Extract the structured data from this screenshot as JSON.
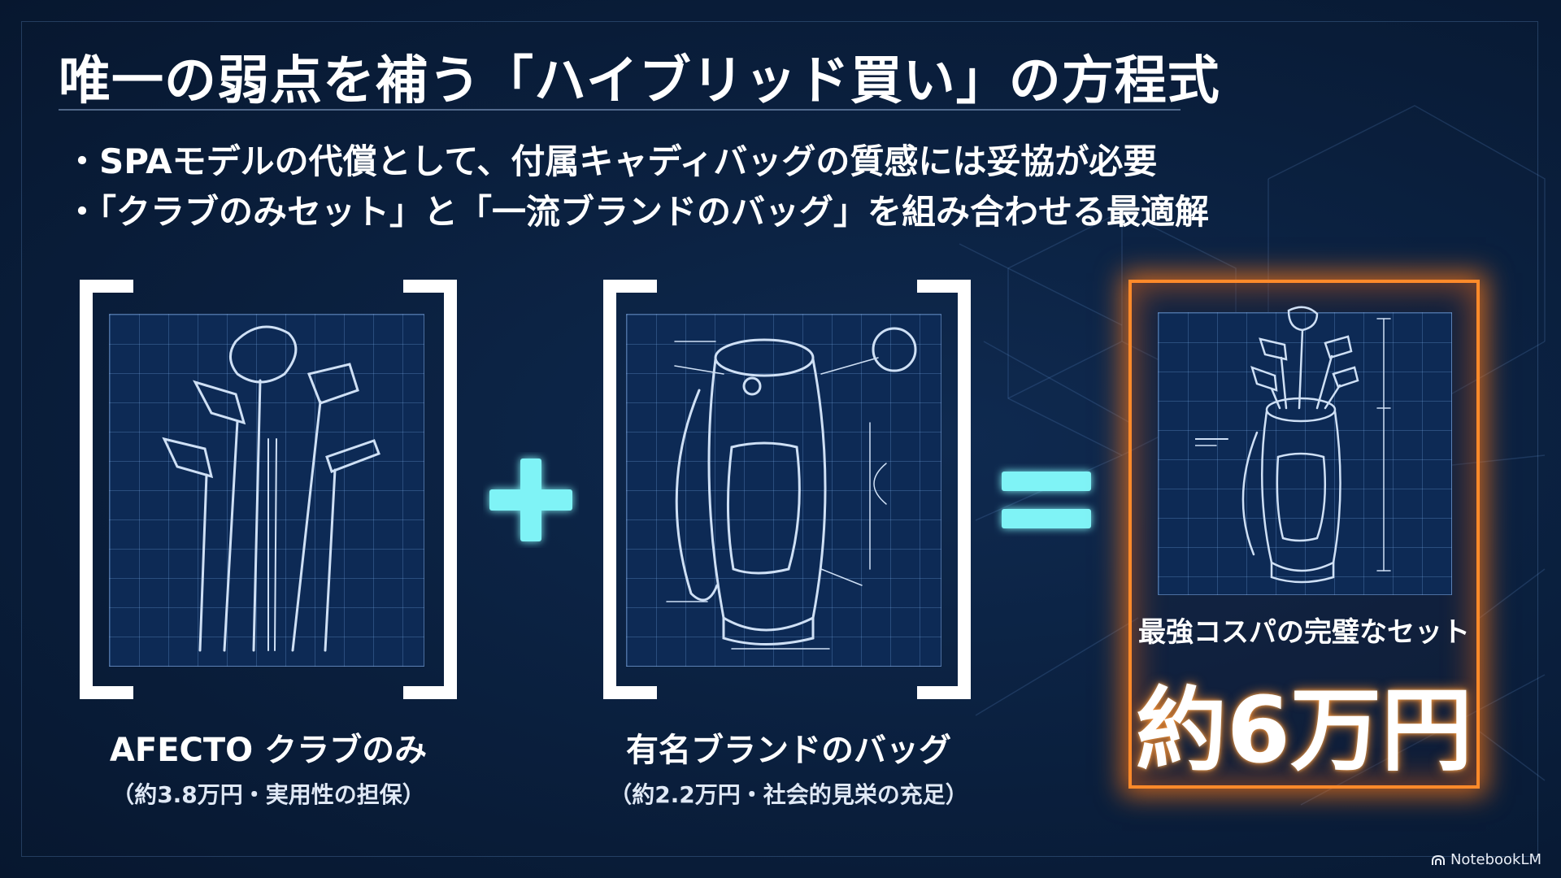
{
  "title": "唯一の弱点を補う「ハイブリッド買い」の方程式",
  "bullets": [
    "・SPAモデルの代償として、付属キャディバッグの質感には妥協が必要",
    "・「クラブのみセット」と「一流ブランドのバッグ」を組み合わせる最適解"
  ],
  "left_item": {
    "label": "AFECTO クラブのみ",
    "sub": "（約3.8万円・実用性の担保）"
  },
  "middle_item": {
    "label": "有名ブランドのバッグ",
    "sub": "（約2.2万円・社会的見栄の充足）"
  },
  "result": {
    "label": "最強コスパの完璧なセット",
    "price": "約6万円"
  },
  "footer": {
    "logo_text": "NotebookLM"
  },
  "colors": {
    "background": "#0a1f3d",
    "accent_cyan": "#7ff3f6",
    "accent_orange": "#ff8a2a",
    "line_art": "#cfe0f5"
  },
  "icons": [
    "golf-clubs-icon",
    "plus-icon",
    "caddie-bag-icon",
    "equals-icon",
    "bag-with-clubs-icon",
    "notebooklm-logo-icon"
  ]
}
